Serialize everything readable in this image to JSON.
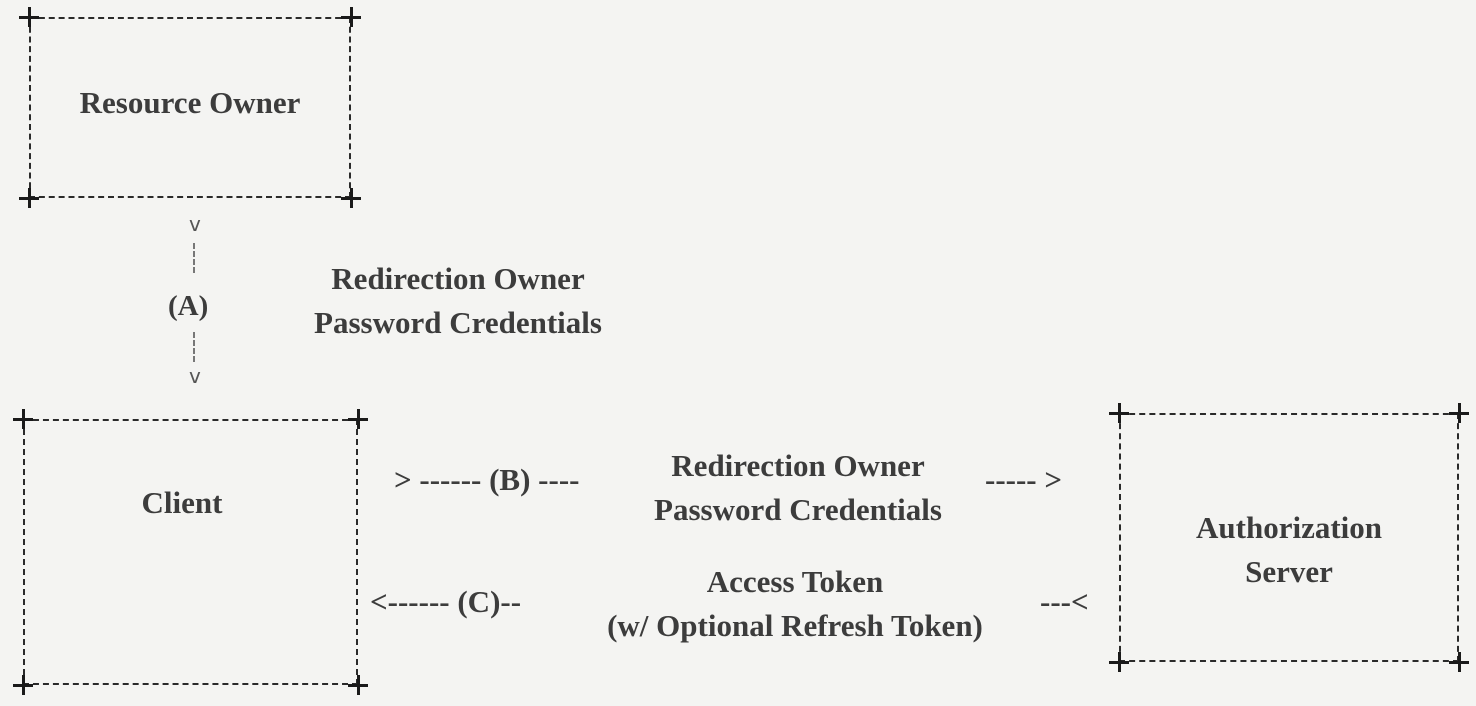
{
  "nodes": {
    "resource_owner": "Resource Owner",
    "client": "Client",
    "auth_server_line1": "Authorization",
    "auth_server_line2": "Server"
  },
  "flow_a": {
    "label": "(A)",
    "text_line1": "Redirection Owner",
    "text_line2": "Password Credentials",
    "arrow_top": "v",
    "arrow_bottom": "v"
  },
  "flow_b": {
    "left": "> ------ (B) ----",
    "text_line1": "Redirection Owner",
    "text_line2": "Password Credentials",
    "right": "----- >"
  },
  "flow_c": {
    "left": "<------ (C)--",
    "text_line1": "Access Token",
    "text_line2": "(w/ Optional Refresh Token)",
    "right": "---<"
  }
}
